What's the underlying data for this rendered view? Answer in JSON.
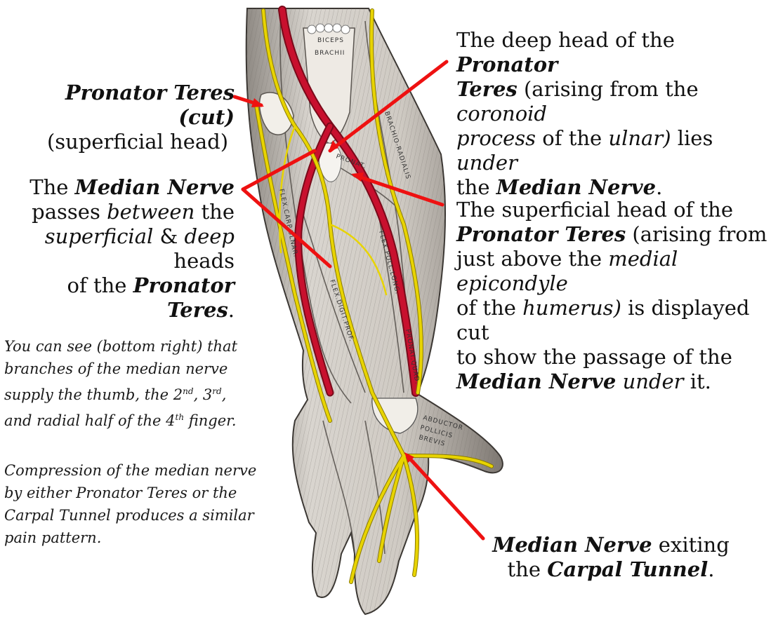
{
  "labels": {
    "pt_cut": {
      "line1_bold": "Pronator Teres (cut)",
      "line2": "(superficial head)"
    },
    "median_between": {
      "l1_pre": "The",
      "l1_bold": "Median Nerve",
      "l2_pre": "passes",
      "l2_it": "between",
      "l2_post": "the",
      "l3_it1": "superficial",
      "l3_mid": "&",
      "l3_it2": "deep",
      "l3_post": "heads",
      "l4_pre": "of the",
      "l4_bold": "Pronator Teres",
      "l4_post": "."
    },
    "deep_head": {
      "l1_pre": "The deep head of the",
      "l1_bold": "Pronator",
      "l2_bold": "Teres",
      "l2_post": "(arising from the",
      "l2_it": "coronoid",
      "l3_it": "process",
      "l3_mid": "of the",
      "l3_it2": "ulnar)",
      "l3_post": "lies",
      "l3_it3": "under",
      "l4_pre": "the",
      "l4_bold": "Median Nerve",
      "l4_post": "."
    },
    "superficial_head": {
      "l1": "The superficial head of the",
      "l2_bold": "Pronator Teres",
      "l2_post": "(arising from",
      "l3_pre": "just above the",
      "l3_it": "medial epicondyle",
      "l4_pre": "of the",
      "l4_it": "humerus)",
      "l4_post": "is displayed cut",
      "l5": "to show the passage of the",
      "l6_bold": "Median Nerve",
      "l6_it": "under",
      "l6_post": "it."
    },
    "carpal": {
      "l1_bold": "Median Nerve",
      "l1_post": "exiting",
      "l2_pre": "the",
      "l2_bold": "Carpal Tunnel",
      "l2_post": "."
    }
  },
  "notes": {
    "n1_a": "You can see (bottom right) that",
    "n1_b": "branches of the median nerve",
    "n1_c_pre": "supply the thumb, the 2",
    "n1_c_sup1": "nd",
    "n1_c_mid": ", 3",
    "n1_c_sup2": "rd",
    "n1_c_post": ",",
    "n1_d_pre": "and radial half of the 4",
    "n1_d_sup": "th",
    "n1_d_post": " finger.",
    "n2_a": "Compression of the median nerve",
    "n2_b": "by either Pronator Teres or the",
    "n2_c": "Carpal Tunnel produces a similar",
    "n2_d": "pain pattern."
  },
  "muscle_labels": {
    "biceps1": "BICEPS",
    "biceps2": "BRACHII",
    "brachio_radialis": "BRACHIO-RADIALIS",
    "pronator": "PRONAT.",
    "flex_poll_long": "FLEX.POLL.LONG.",
    "flex_digit_prof": "FLEX.DIGIT.PROF.",
    "flex_carp_uln": "FLEX.CARP.ULNAR.",
    "pronator_quad": "PRONAT.QUAD.",
    "abductor1": "ABDUCTOR",
    "abductor2": "POLLICIS",
    "abductor3": "BREVIS"
  },
  "colors": {
    "arrow": "#ee1111",
    "nerve": "#e8d400",
    "artery": "#c8102e",
    "muscle": "#d6d2cc",
    "muscle_shade": "#9c968e"
  }
}
